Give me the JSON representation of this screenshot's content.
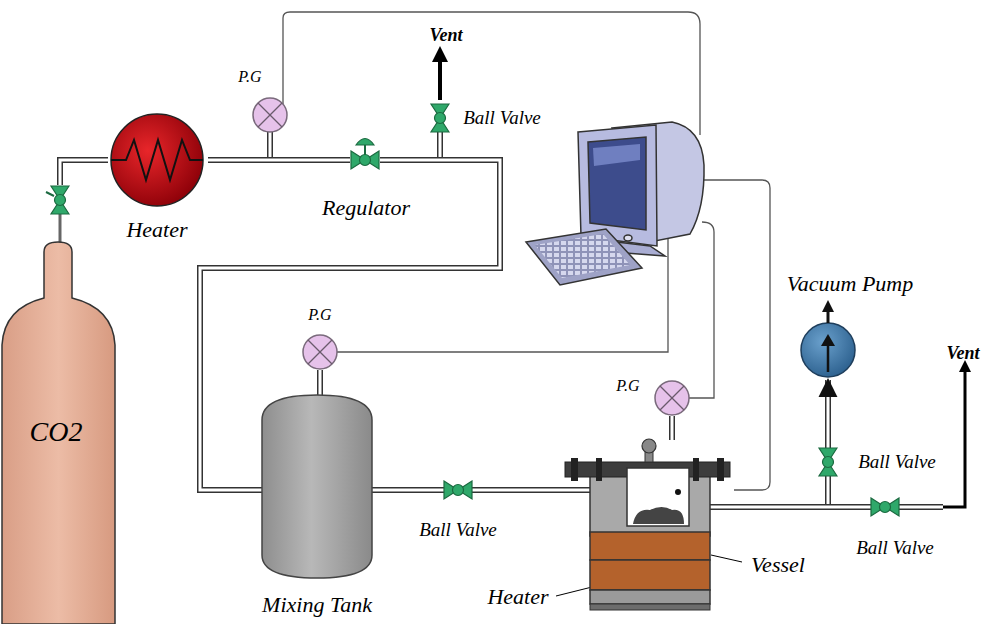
{
  "diagram": {
    "nodes": [
      {
        "text": [
          "CO2"
        ]
      },
      {
        "text": [
          "Heater"
        ]
      },
      {
        "text": [
          "P.G"
        ]
      },
      {
        "text": [
          "Regulator"
        ]
      },
      {
        "text": [
          "Ball Valve"
        ]
      },
      {
        "text": [
          "P.G"
        ]
      },
      {
        "text": [
          "Mixing Tank"
        ]
      },
      {
        "text": [
          "Ball Valve"
        ]
      },
      {
        "text": [
          "P.G"
        ]
      },
      {
        "text": [
          "Vessel"
        ]
      },
      {
        "text": [
          "Vacuum Pump"
        ]
      },
      {
        "text": [
          "Ball Valve"
        ]
      },
      {
        "text": [
          "Ball Valve"
        ]
      }
    ],
    "edges": [
      {
        "from": 0,
        "to": 1,
        "arrow": "none"
      },
      {
        "from": 1,
        "to": 3,
        "arrow": "none"
      },
      {
        "from": 3,
        "to": 4,
        "arrow": "none"
      },
      {
        "from": 3,
        "to": 6,
        "arrow": "none"
      },
      {
        "from": 5,
        "to": 6,
        "arrow": "none"
      },
      {
        "from": 6,
        "to": 7,
        "arrow": "none"
      },
      {
        "from": 7,
        "to": 9,
        "arrow": "none"
      },
      {
        "from": 8,
        "to": 9,
        "arrow": "none"
      },
      {
        "from": 9,
        "to": 11,
        "arrow": "none"
      },
      {
        "from": 11,
        "to": 10,
        "arrow": "to"
      },
      {
        "from": 9,
        "to": 12,
        "arrow": "none"
      }
    ],
    "labels": [
      "Vent",
      "Heater",
      "Vent"
    ]
  }
}
